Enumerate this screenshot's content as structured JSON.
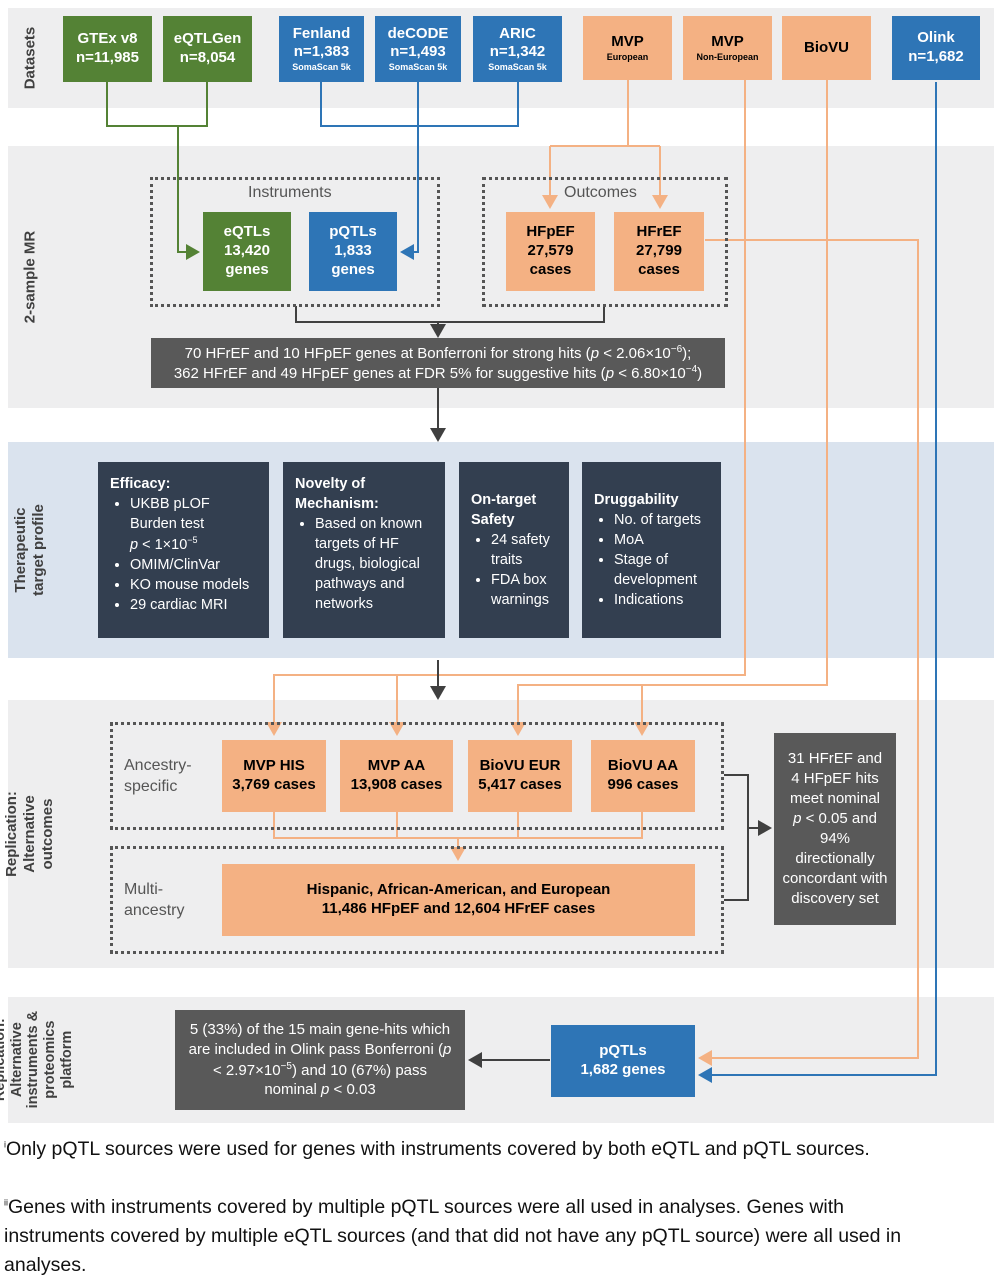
{
  "bands": {
    "datasets": "Datasets",
    "mr": "2-sample MR",
    "therapeutic": "Therapeutic\ntarget profile",
    "replication_outcomes": "Replication:\nAlternative\noutcomes",
    "replication_instruments": "Replication:\nAlternative\ninstruments &\nproteomics\nplatform"
  },
  "datasets": {
    "gtex": {
      "name": "GTEx v8",
      "n": "n=11,985"
    },
    "eqtlgen": {
      "name": "eQTLGen",
      "n": "n=8,054"
    },
    "fenland": {
      "name": "Fenland",
      "n": "n=1,383",
      "sub": "SomaScan 5k"
    },
    "decode": {
      "name": "deCODE",
      "n": "n=1,493",
      "sub": "SomaScan 5k"
    },
    "aric": {
      "name": "ARIC",
      "n": "n=1,342",
      "sub": "SomaScan 5k"
    },
    "mvp_eur": {
      "name": "MVP",
      "sub": "European"
    },
    "mvp_noneur": {
      "name": "MVP",
      "sub": "Non-European"
    },
    "biovu": {
      "name": "BioVU"
    },
    "olink": {
      "name": "Olink",
      "n": "n=1,682"
    }
  },
  "mr": {
    "instruments_label": "Instruments",
    "outcomes_label": "Outcomes",
    "eqtls": [
      "eQTLs",
      "13,420",
      "genes"
    ],
    "pqtls": [
      "pQTLs",
      "1,833",
      "genes"
    ],
    "hfpef": [
      "HFpEF",
      "27,579",
      "cases"
    ],
    "hfref": [
      "HFrEF",
      "27,799",
      "cases"
    ],
    "summary_line1_a": "70 HFrEF and 10 HFpEF genes at Bonferroni for strong hits (",
    "summary_line1_b": "p",
    "summary_line1_c": " < 2.06×10",
    "summary_line1_exp": "−6",
    "summary_line1_d": ");",
    "summary_line2_a": "362 HFrEF and 49 HFpEF genes at FDR 5% for suggestive hits (",
    "summary_line2_b": "p",
    "summary_line2_c": " < 6.80×10",
    "summary_line2_exp": "−4",
    "summary_line2_d": ")"
  },
  "therapeutic": {
    "efficacy": {
      "title": "Efficacy:",
      "item1_a": "UKBB pLOF Burden test",
      "item1_p": "p",
      "item1_b": " < 1×10",
      "item1_exp": "−5",
      "item2": "OMIM/ClinVar",
      "item3": "KO mouse models",
      "item4": "29 cardiac MRI"
    },
    "novelty": {
      "title": "Novelty of Mechanism:",
      "item1": "Based on known targets of HF drugs, biological pathways and networks"
    },
    "safety": {
      "title": "On-target Safety",
      "item1": "24 safety traits",
      "item2": "FDA box warnings"
    },
    "druggability": {
      "title": "Druggability",
      "item1": "No. of targets",
      "item2": "MoA",
      "item3": "Stage of development",
      "item4": "Indications"
    }
  },
  "replication": {
    "ancestry_label": "Ancestry-\nspecific",
    "multi_label": "Multi-\nancestry",
    "mvp_his": [
      "MVP HIS",
      "3,769 cases"
    ],
    "mvp_aa": [
      "MVP AA",
      "13,908 cases"
    ],
    "biovu_eur": [
      "BioVU EUR",
      "5,417 cases"
    ],
    "biovu_aa": [
      "BioVU AA",
      "996 cases"
    ],
    "multi": [
      "Hispanic, African-American, and European",
      "11,486 HFpEF and 12,604 HFrEF cases"
    ],
    "result_a": "31 HFrEF and 4 HFpEF hits meet nominal",
    "result_p": "p",
    "result_b": " < 0.05 and 94% directionally concordant with discovery set"
  },
  "replication2": {
    "pqtls": [
      "pQTLs",
      "1,682 genes"
    ],
    "result_a": "5 (33%) of the 15 main gene-hits which are included in Olink pass Bonferroni (",
    "result_p1": "p",
    "result_b": " < 2.97×10",
    "result_exp": "−5",
    "result_c": ") and 10 (67%) pass nominal ",
    "result_p2": "p",
    "result_d": " < 0.03"
  },
  "footnotes": {
    "note1_mark": "i",
    "note1": "Only pQTL sources were used for genes with instruments covered by both eQTL and pQTL sources.",
    "note2_mark": "ii",
    "note2": "Genes with instruments covered by multiple pQTL sources were all used in analyses. Genes with instruments covered by multiple eQTL sources (and that did not have any pQTL source) were all used in analyses."
  },
  "colors": {
    "green": "#548235",
    "blue": "#2e75b6",
    "orange": "#f4b183",
    "dark": "#333f50",
    "gray": "#595959"
  }
}
